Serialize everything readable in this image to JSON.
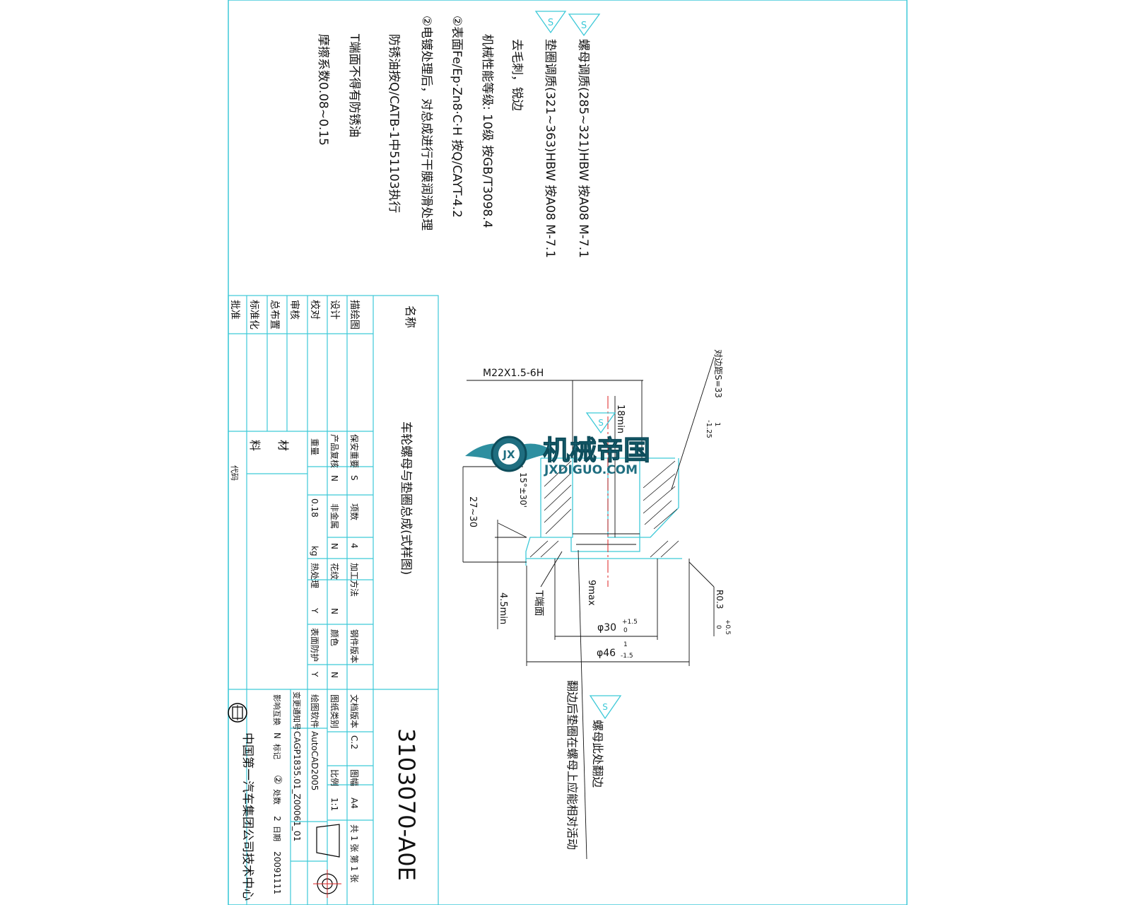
{
  "notes": {
    "n1": "螺母调质(285~321)HBW 按A08 M-7.1",
    "n2": "垫圈调质(321~363)HBW 按A08 M-7.1",
    "n3": "去毛刺，锐边",
    "n4": "机械性能等级: 10级 按GB/T3098.4",
    "n5": "②表面Fe/Ep·Zn8·C·H 按Q/CAYT-4.2",
    "n6": "②电镀处理后，对总成进行干膜润滑处理",
    "n7": "防锈油按Q/CATB-1中51103执行",
    "n8": "T端面不得有防锈油",
    "n9": "摩擦系数0.08~0.15"
  },
  "drawing": {
    "thread": "M22X1.5-6H",
    "depth": "18min",
    "across_flats": "对边距S=33",
    "af_tol_up": "1",
    "af_tol_low": "-1.25",
    "angle": "15°±30'",
    "height": "27~30",
    "min_height": "4.5min",
    "max_dim": "9max",
    "t_face": "T端面",
    "d30": "φ30",
    "d30_tol": "+1.5",
    "d30_tol2": "0",
    "d46": "φ46",
    "d46_tol": "1",
    "d46_tol2": "-1.5",
    "radius": "R0.3",
    "radius_tol": "+0.5",
    "radius_tol2": "0",
    "s_mark": "S",
    "note_a": "螺母此处翻边",
    "note_b": "翻边后垫圈在螺母上应能相对活动"
  },
  "watermark": {
    "title": "机械帝国",
    "url": "JXDIGUO.COM",
    "badge": "JX"
  },
  "titleblock": {
    "name_header": "名称",
    "part_name": "车轮螺母与垫圈总成(式样图)",
    "part_number": "3103070-A0E",
    "roles": [
      "描绘图",
      "设计",
      "校对",
      "审核",
      "总布置",
      "标准化",
      "批准"
    ],
    "prop_r1": [
      "保安重要",
      "S",
      "项数",
      "4",
      "加工方法",
      "",
      "钢件版本"
    ],
    "prop_r2": [
      "产品复核",
      "N",
      "非金属",
      "N",
      "花纹",
      "N",
      "颜色",
      "N"
    ],
    "prop_r3": [
      "重量",
      "0.18",
      "kg",
      "热处理",
      "Y",
      "表面防护",
      "Y"
    ],
    "material_label": "材",
    "material_label2": "料",
    "code_label": "代码",
    "doc_version_label": "文档版本",
    "doc_version": "C.2",
    "sheet_size_label": "图幅",
    "sheet_size": "A4",
    "sheet_count": "共 1 张 第 1 张",
    "drawing_type_label": "图纸类别",
    "scale_label": "比例",
    "scale": "1:1",
    "software_label": "绘图软件",
    "software": "AutoCAD2005",
    "change_no_label": "变更通知号",
    "change_no": "CAGP1835.01_Z00061_01",
    "affect_label": "影响互换",
    "affect": "N",
    "mark_label": "标记",
    "mark": "②",
    "count_label": "处数",
    "count": "2",
    "date_label": "日期",
    "date": "20091111",
    "company": "中国第一汽车集团公司技术中心"
  }
}
